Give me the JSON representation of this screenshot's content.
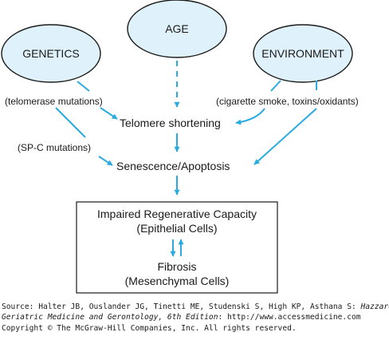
{
  "nodes": {
    "genetics": "GENETICS",
    "age": "AGE",
    "environment": "ENVIRONMENT",
    "telomerase_mutations": "(telomerase mutations)",
    "sp_c_mutations": "(SP-C mutations)",
    "environment_factors": "(cigarette smoke, toxins/oxidants)",
    "telomere_shortening": "Telomere shortening",
    "senescence_apoptosis": "Senescence/Apoptosis",
    "impaired_capacity": "Impaired Regenerative Capacity",
    "epithelial_cells": "(Epithelial Cells)",
    "fibrosis": "Fibrosis",
    "mesenchymal_cells": "(Mesenchymal Cells)"
  },
  "footer": {
    "source_prefix": "Source: Halter JB, Ouslander JG, Tinetti ME, Studenski S, High KP, Asthana S: ",
    "source_title_part1": "Hazzard's",
    "source_title_part2": "Geriatric Medicine and Gerontology, 6th Edition",
    "source_url": ": http://www.accessmedicine.com",
    "copyright": "Copyright © The McGraw-Hill Companies, Inc. All rights reserved."
  },
  "colors": {
    "arrow": "#29abe2",
    "ellipse_fill": "#dff2fb",
    "text": "#1a1a1a"
  }
}
